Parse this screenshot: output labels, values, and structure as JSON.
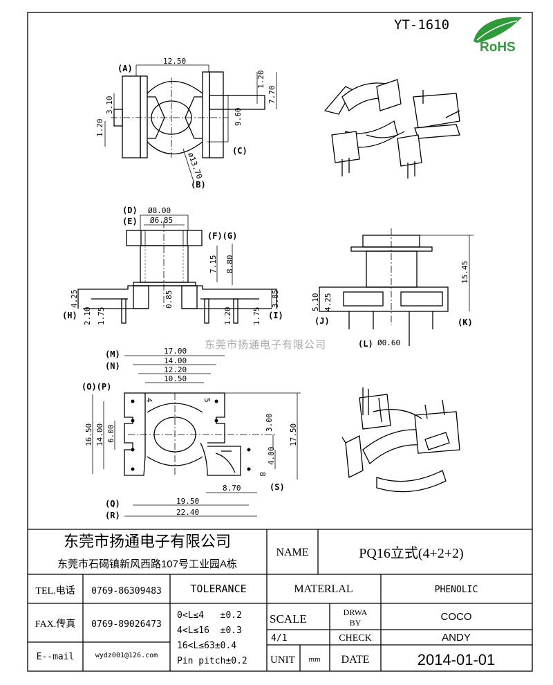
{
  "header": {
    "model": "YT-1610",
    "rohs_logo": "RoHS"
  },
  "watermark": "东莞市扬通电子有限公司",
  "views": {
    "top": {
      "labels": [
        "(A)",
        "(B)",
        "(C)"
      ],
      "dims": {
        "width": "12.50",
        "d1": "3.10",
        "d2": "1.20",
        "d3": "1.20",
        "d4": "7.70",
        "d5": "9.60",
        "dia": "ø13.70"
      }
    },
    "front": {
      "labels": [
        "(D)",
        "(E)",
        "(F)(G)",
        "(H)",
        "(I)"
      ],
      "dims": {
        "d8": "Ø8.00",
        "d685": "Ø6.85",
        "h715": "7.15",
        "h880": "8.80",
        "h425": "4.25",
        "h210": "2.10",
        "h175a": "1.75",
        "h085": "0.85",
        "h120": "1.20",
        "h175b": "1.75",
        "h385": "3.85"
      }
    },
    "side": {
      "labels": [
        "(J)",
        "(K)",
        "(L)"
      ],
      "dims": {
        "h1545": "15.45",
        "h510": "5.10",
        "h425": "4.25",
        "pin": "Ø0.60"
      }
    },
    "bottom": {
      "labels": [
        "(M)",
        "(N)",
        "(O)(P)",
        "(Q)",
        "(R)",
        "(S)"
      ],
      "dims": {
        "w1700": "17.00",
        "w1400": "14.00",
        "w1220": "12.20",
        "w1050": "10.50",
        "h1650": "16.50",
        "h1400": "14.00",
        "h600": "6.00",
        "h300": "3.00",
        "h400": "4.00",
        "h1750": "17.50",
        "w870": "8.70",
        "w1950": "19.50",
        "w2240": "22.40",
        "pin4": "4",
        "pin5": "5",
        "pin8": "8"
      }
    }
  },
  "title_block": {
    "company": "东莞市扬通电子有限公司",
    "address": "东莞市石碣镇新风西路107号工业园A栋",
    "name_label": "NAME",
    "name_value": "PQ16立式(4+2+2)",
    "tel_label": "TEL.电话",
    "tel_value": "0769-86309483",
    "fax_label": "FAX.传真",
    "fax_value": "0769-89026473",
    "email_label": "E--mail",
    "email_value": "wydz001@126.com",
    "tolerance_label": "TOLERANCE",
    "tolerances": [
      "0<L≤4   ±0.2",
      "4<L≤16  ±0.3",
      "16<L≤63±0.4",
      "Pin pitch±0.2"
    ],
    "material_label": "MATERLAL",
    "material_value": "PHENOLIC",
    "scale_label": "SCALE",
    "scale_value": "4/1",
    "drawn_label_1": "DRWA",
    "drawn_label_2": "BY",
    "drawn_value": "COCO",
    "check_label": "CHECK",
    "check_value": "ANDY",
    "unit_label": "UNIT",
    "unit_value": "mm",
    "date_label": "DATE",
    "date_value": "2014-01-01"
  }
}
